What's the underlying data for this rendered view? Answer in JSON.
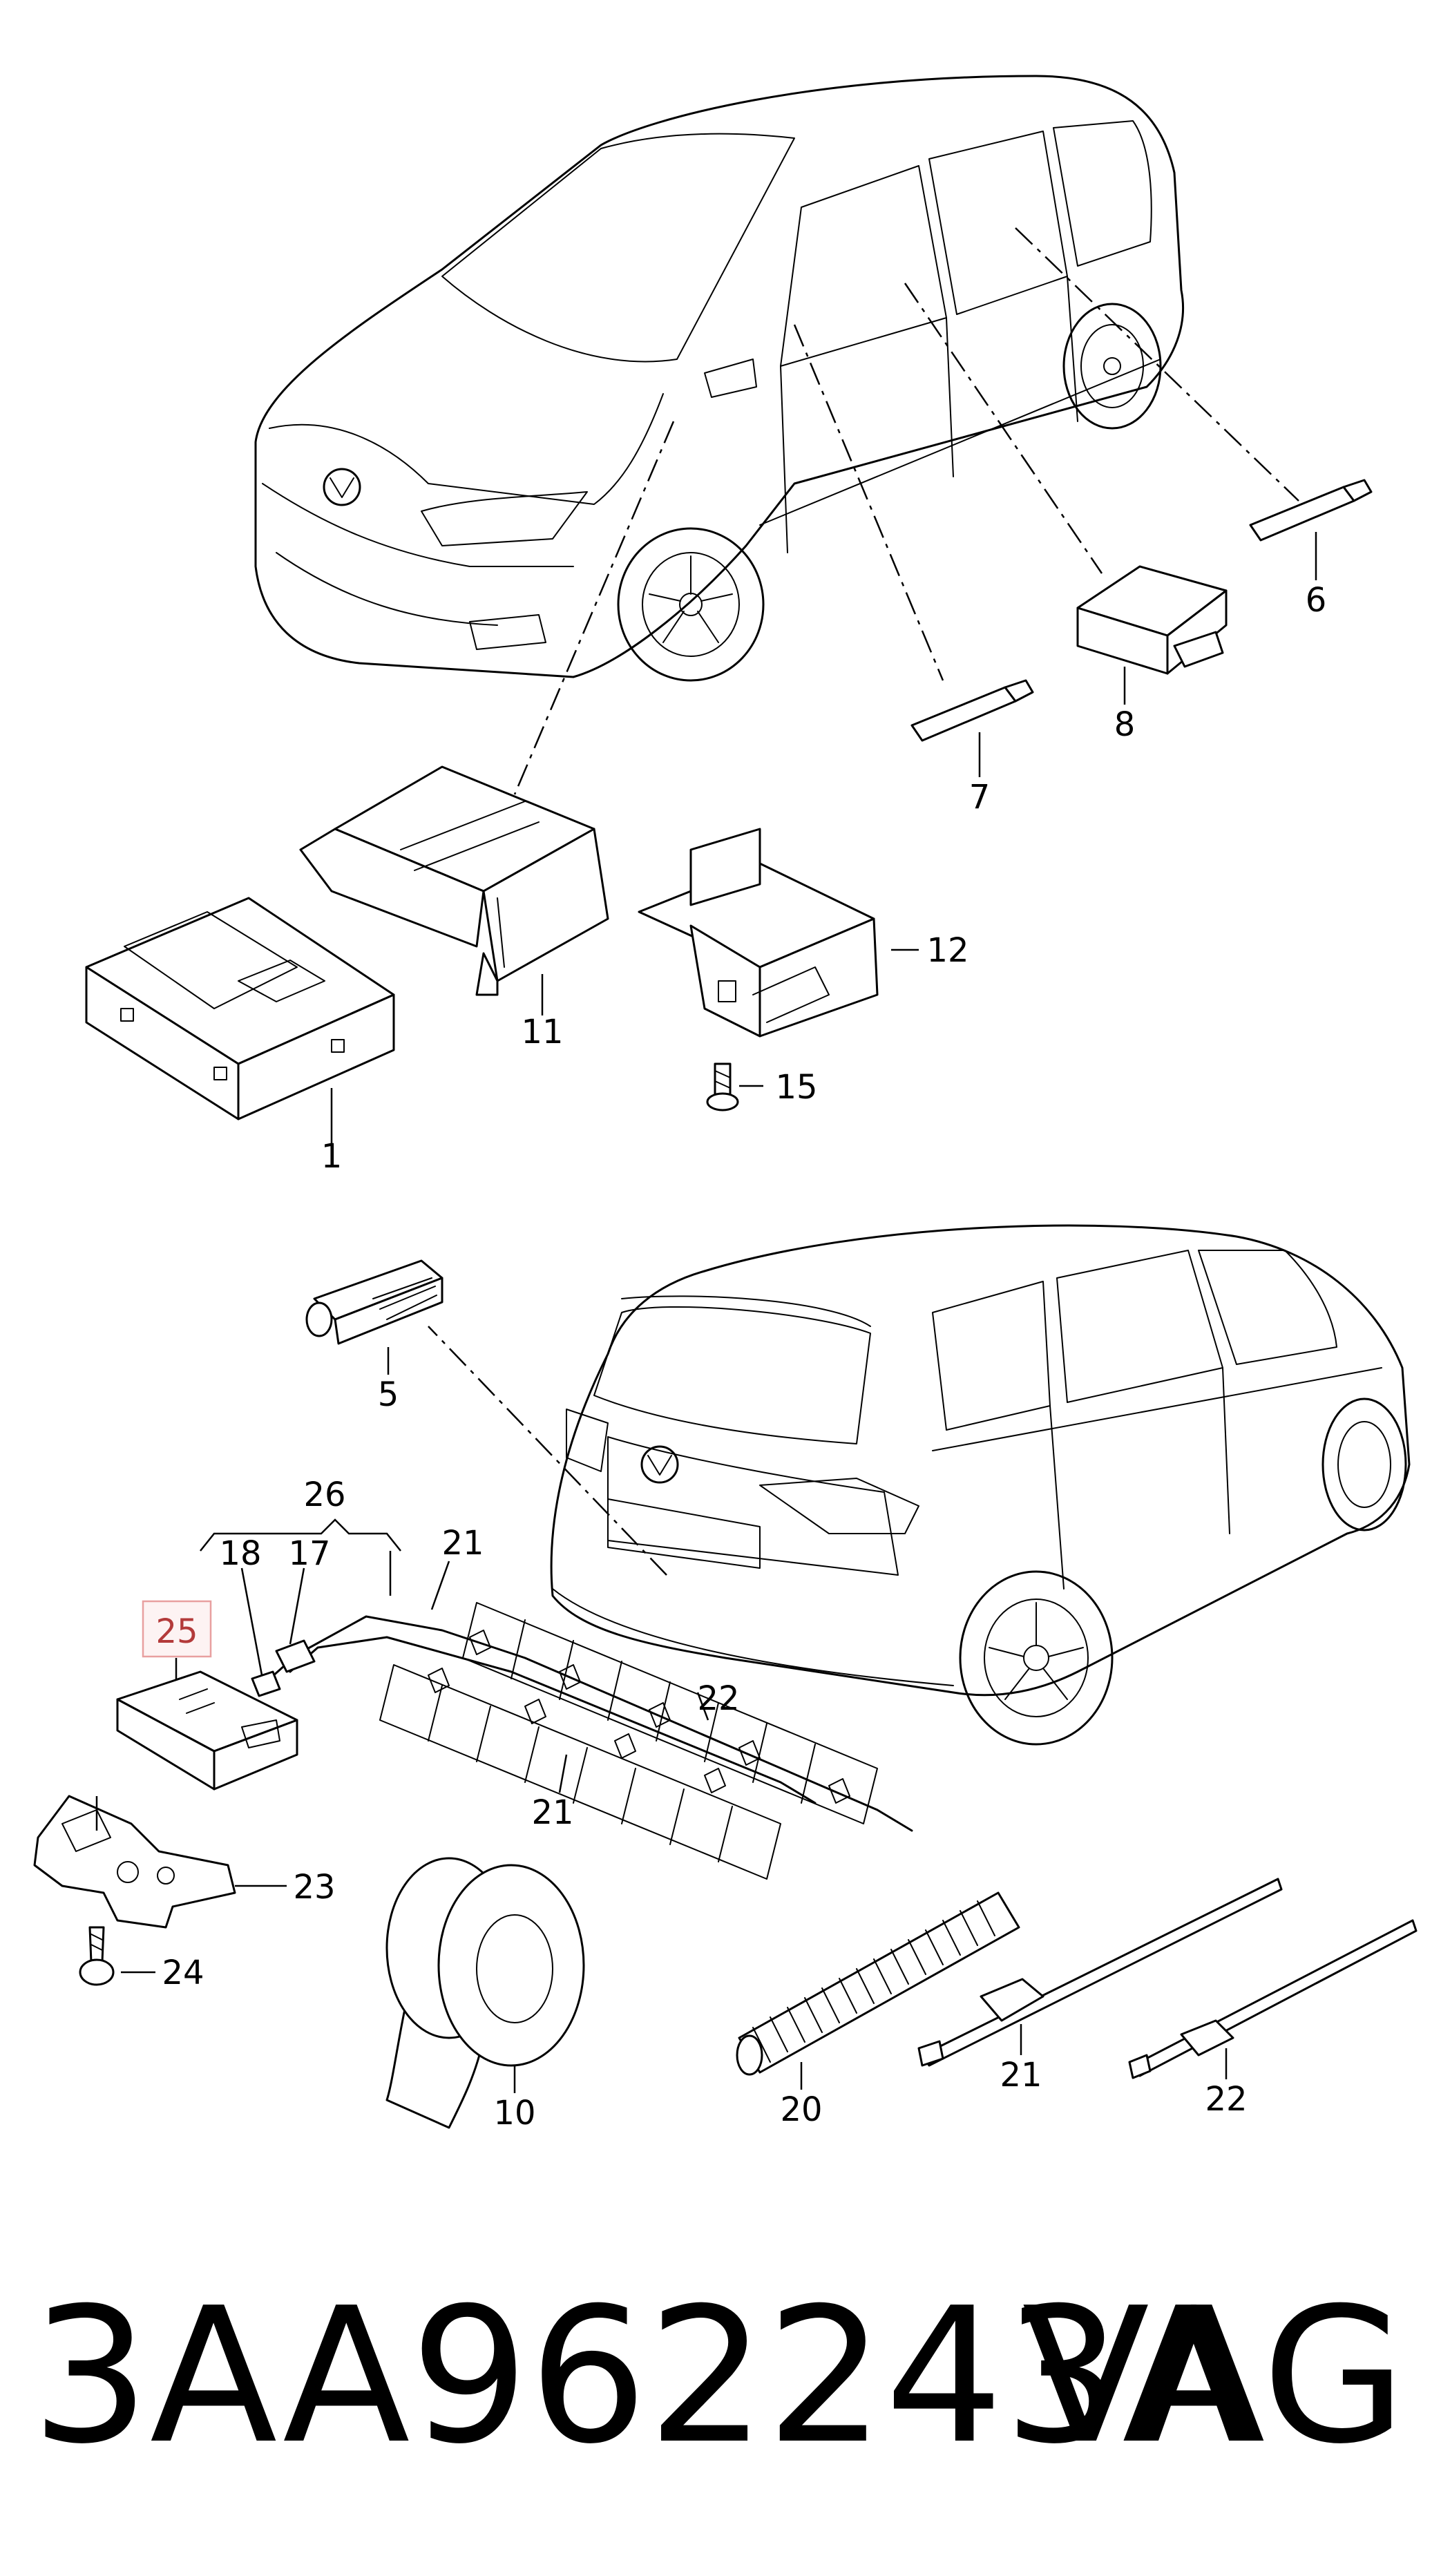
{
  "callouts": {
    "c1": "1",
    "c5": "5",
    "c6": "6",
    "c7": "7",
    "c8": "8",
    "c10": "10",
    "c11": "11",
    "c12": "12",
    "c15": "15",
    "c17": "17",
    "c18": "18",
    "c20": "20",
    "c21a": "21",
    "c21b": "21",
    "c21c": "21",
    "c22a": "22",
    "c22b": "22",
    "c23": "23",
    "c24": "24",
    "c25": "25",
    "c26": "26"
  },
  "highlighted_callout": "25",
  "footer": {
    "part_number": "3AA962243A",
    "brand": "VAG"
  },
  "colors": {
    "line": "#000000",
    "highlight": "#b33a3a",
    "highlight_box": "#e8a0a0"
  }
}
